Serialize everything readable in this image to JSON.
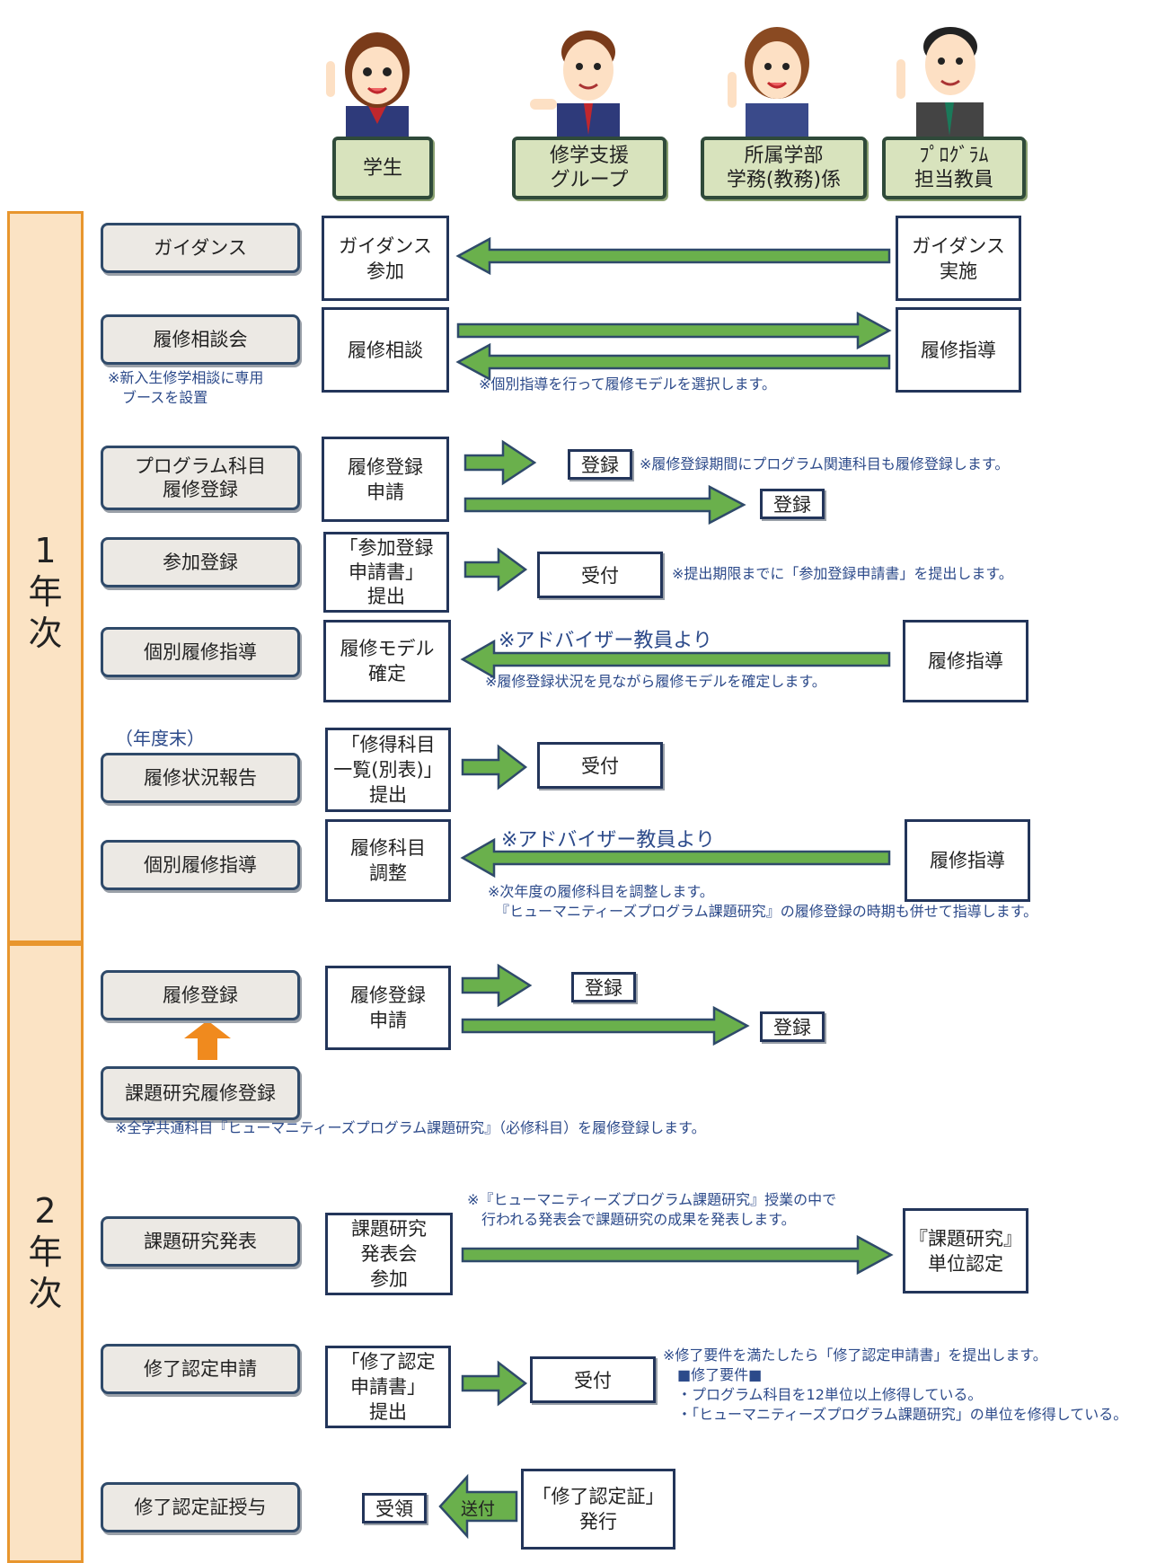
{
  "colors": {
    "arrow_green": "#6ab04c",
    "arrow_border": "#2f4a6a",
    "orange": "#e8962e",
    "role_fill": "#d8e3bd",
    "note_blue": "#2c4a8a"
  },
  "roles": [
    "学生",
    "修学支援\nグループ",
    "所属学部\n学務(教務)係",
    "ﾌﾟﾛｸﾞﾗﾑ\n担当教員"
  ],
  "years": {
    "y1": "1\n年\n次",
    "y2": "2\n年\n次"
  },
  "steps": {
    "guidance": "ガイダンス",
    "consult": "履修相談会",
    "program_reg": "プログラム科目\n履修登録",
    "join_reg": "参加登録",
    "indiv1": "個別履修指導",
    "status": "履修状況報告",
    "indiv2": "個別履修指導",
    "reg2": "履修登録",
    "research_reg": "課題研究履修登録",
    "research_pres": "課題研究発表",
    "cert_apply": "修了認定申請",
    "cert_grant": "修了認定証授与"
  },
  "boxes": {
    "g_join": "ガイダンス\n参加",
    "g_do": "ガイダンス\n実施",
    "consult": "履修相談",
    "consult_guide": "履修指導",
    "reg_apply": "履修登録\n申請",
    "reg_done1": "登録",
    "reg_done2": "登録",
    "join_form": "「参加登録\n申請書」\n提出",
    "accept1": "受付",
    "model": "履修モデル\n確定",
    "guide2": "履修指導",
    "list_form": "「修得科目\n一覧(別表)」\n提出",
    "accept2": "受付",
    "adjust": "履修科目\n調整",
    "guide3": "履修指導",
    "reg2_apply": "履修登録\n申請",
    "reg2_done1": "登録",
    "reg2_done2": "登録",
    "pres_join": "課題研究\n発表会\n参加",
    "credit": "『課題研究』\n単位認定",
    "cert_form": "「修了認定\n申請書」\n提出",
    "accept3": "受付",
    "cert_issue": "「修了認定証」\n発行",
    "receive": "受領",
    "send": "送付"
  },
  "notes": {
    "booth": "※新入生修学相談に専用\n　ブースを設置",
    "model_select": "※個別指導を行って履修モデルを選択します。",
    "program_note": "※履修登録期間にプログラム関連科目も履修登録します。",
    "join_note": "※提出期限までに「参加登録申請書」を提出します。",
    "adviser1": "※アドバイザー教員より",
    "confirm_note": "※履修登録状況を見ながら履修モデルを確定します。",
    "year_end": "（年度末）",
    "adviser2": "※アドバイザー教員より",
    "adjust_note": "※次年度の履修科目を調整します。\n　『ヒューマニティーズプログラム課題研究』の履修登録の時期も併せて指導します。",
    "common_note": "※全学共通科目『ヒューマニティーズプログラム課題研究』（必修科目）を履修登録します。",
    "pres_note": "※『ヒューマニティーズプログラム課題研究』授業の中で\n　行われる発表会で課題研究の成果を発表します。",
    "cert_note": "※修了要件を満たしたら「修了認定申請書」を提出します。\n　■修了要件■\n　・プログラム科目を12単位以上修得している。\n　・「ヒューマニティーズプログラム課題研究」の単位を修得している。"
  }
}
